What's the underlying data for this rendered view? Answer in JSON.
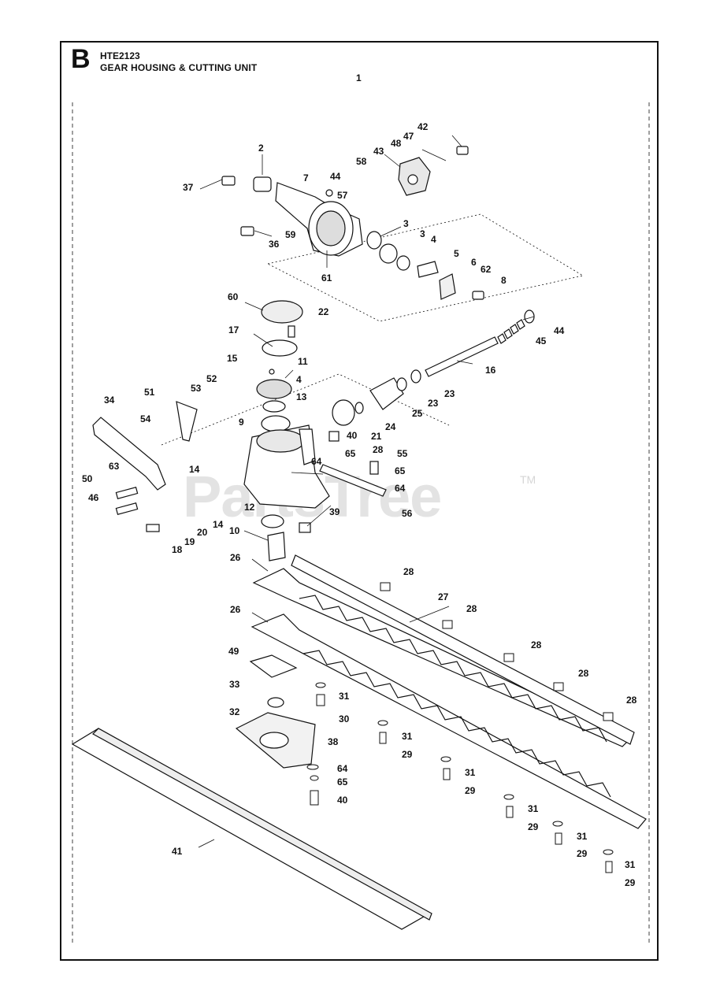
{
  "header": {
    "section_letter": "B",
    "model_code": "HTE2123",
    "title": "GEAR HOUSING & CUTTING UNIT",
    "diagram_number": "1"
  },
  "watermark": {
    "text": "PartsTree",
    "trademark": "TM"
  },
  "callouts": [
    {
      "id": "c42",
      "num": "42"
    },
    {
      "id": "c47",
      "num": "47"
    },
    {
      "id": "c48",
      "num": "48"
    },
    {
      "id": "c43",
      "num": "43"
    },
    {
      "id": "c58",
      "num": "58"
    },
    {
      "id": "c2",
      "num": "2"
    },
    {
      "id": "c7",
      "num": "7"
    },
    {
      "id": "c44a",
      "num": "44"
    },
    {
      "id": "c57",
      "num": "57"
    },
    {
      "id": "c37",
      "num": "37"
    },
    {
      "id": "c3a",
      "num": "3"
    },
    {
      "id": "c3b",
      "num": "3"
    },
    {
      "id": "c4a",
      "num": "4"
    },
    {
      "id": "c59",
      "num": "59"
    },
    {
      "id": "c36",
      "num": "36"
    },
    {
      "id": "c5",
      "num": "5"
    },
    {
      "id": "c6",
      "num": "6"
    },
    {
      "id": "c62",
      "num": "62"
    },
    {
      "id": "c61",
      "num": "61"
    },
    {
      "id": "c8",
      "num": "8"
    },
    {
      "id": "c60",
      "num": "60"
    },
    {
      "id": "c22",
      "num": "22"
    },
    {
      "id": "c44b",
      "num": "44"
    },
    {
      "id": "c17",
      "num": "17"
    },
    {
      "id": "c45",
      "num": "45"
    },
    {
      "id": "c15",
      "num": "15"
    },
    {
      "id": "c11",
      "num": "11"
    },
    {
      "id": "c16",
      "num": "16"
    },
    {
      "id": "c4b",
      "num": "4"
    },
    {
      "id": "c23a",
      "num": "23"
    },
    {
      "id": "c52",
      "num": "52"
    },
    {
      "id": "c53",
      "num": "53"
    },
    {
      "id": "c51",
      "num": "51"
    },
    {
      "id": "c34",
      "num": "34"
    },
    {
      "id": "c13",
      "num": "13"
    },
    {
      "id": "c25",
      "num": "25"
    },
    {
      "id": "c23b",
      "num": "23"
    },
    {
      "id": "c24",
      "num": "24"
    },
    {
      "id": "c54",
      "num": "54"
    },
    {
      "id": "c9",
      "num": "9"
    },
    {
      "id": "c21",
      "num": "21"
    },
    {
      "id": "c40a",
      "num": "40"
    },
    {
      "id": "c65a",
      "num": "65"
    },
    {
      "id": "c28a",
      "num": "28"
    },
    {
      "id": "c55",
      "num": "55"
    },
    {
      "id": "c63",
      "num": "63"
    },
    {
      "id": "c14a",
      "num": "14"
    },
    {
      "id": "c64a",
      "num": "64"
    },
    {
      "id": "c65b",
      "num": "65"
    },
    {
      "id": "c64b",
      "num": "64"
    },
    {
      "id": "c50",
      "num": "50"
    },
    {
      "id": "c46",
      "num": "46"
    },
    {
      "id": "c12",
      "num": "12"
    },
    {
      "id": "c39",
      "num": "39"
    },
    {
      "id": "c56",
      "num": "56"
    },
    {
      "id": "c14b",
      "num": "14"
    },
    {
      "id": "c20",
      "num": "20"
    },
    {
      "id": "c10",
      "num": "10"
    },
    {
      "id": "c19",
      "num": "19"
    },
    {
      "id": "c18",
      "num": "18"
    },
    {
      "id": "c26a",
      "num": "26"
    },
    {
      "id": "c28b",
      "num": "28"
    },
    {
      "id": "c27",
      "num": "27"
    },
    {
      "id": "c28c",
      "num": "28"
    },
    {
      "id": "c26b",
      "num": "26"
    },
    {
      "id": "c28d",
      "num": "28"
    },
    {
      "id": "c49",
      "num": "49"
    },
    {
      "id": "c28e",
      "num": "28"
    },
    {
      "id": "c33",
      "num": "33"
    },
    {
      "id": "c31a",
      "num": "31"
    },
    {
      "id": "c28f",
      "num": "28"
    },
    {
      "id": "c32",
      "num": "32"
    },
    {
      "id": "c30",
      "num": "30"
    },
    {
      "id": "c31b",
      "num": "31"
    },
    {
      "id": "c38",
      "num": "38"
    },
    {
      "id": "c29a",
      "num": "29"
    },
    {
      "id": "c31c",
      "num": "31"
    },
    {
      "id": "c64c",
      "num": "64"
    },
    {
      "id": "c29b",
      "num": "29"
    },
    {
      "id": "c65c",
      "num": "65"
    },
    {
      "id": "c40b",
      "num": "40"
    },
    {
      "id": "c31d",
      "num": "31"
    },
    {
      "id": "c29c",
      "num": "29"
    },
    {
      "id": "c31e",
      "num": "31"
    },
    {
      "id": "c41",
      "num": "41"
    },
    {
      "id": "c29d",
      "num": "29"
    },
    {
      "id": "c31f",
      "num": "31"
    },
    {
      "id": "c29e",
      "num": "29"
    }
  ]
}
